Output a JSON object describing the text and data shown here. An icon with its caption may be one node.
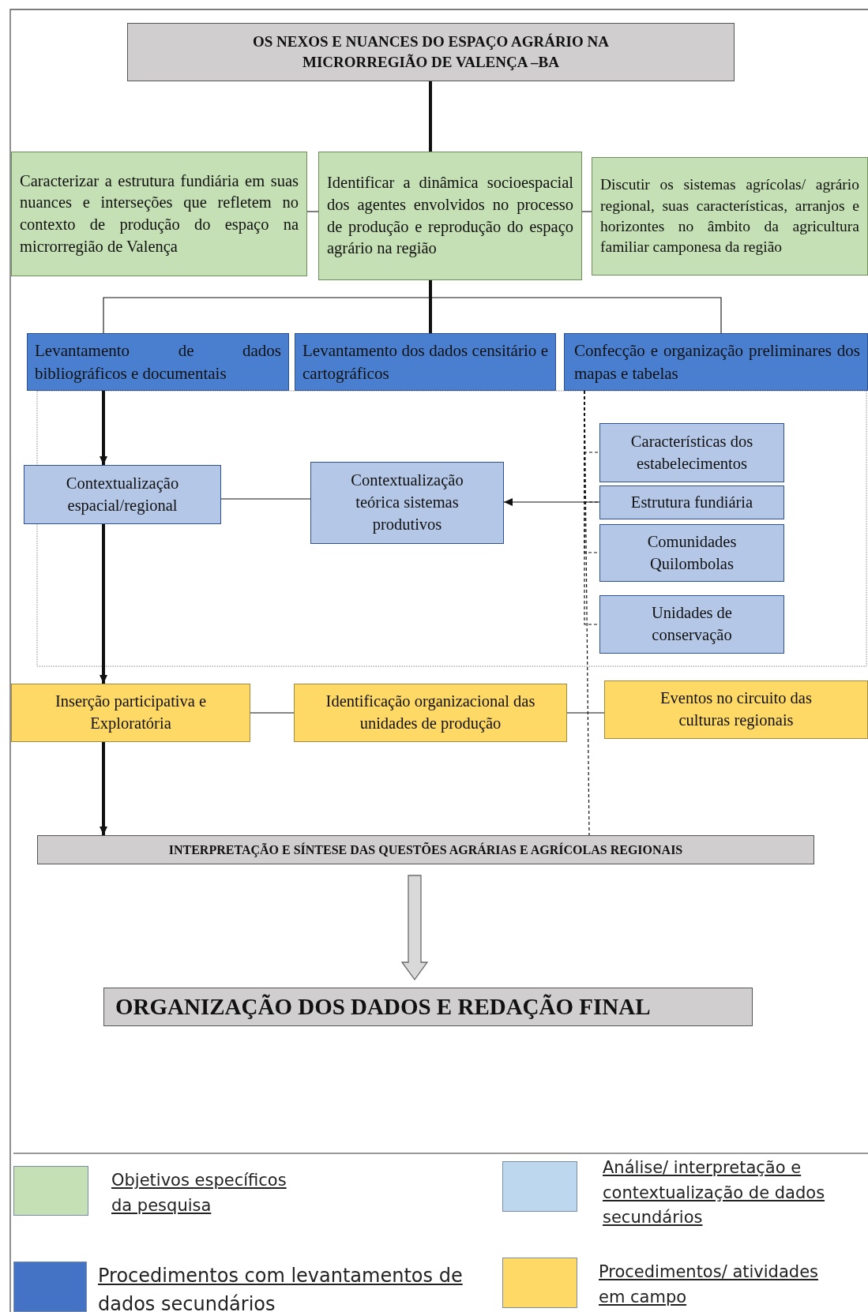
{
  "diagram": {
    "nodes": [
      {
        "text": [
          "OS NEXOS E NUANCES DO ESPAÇO AGRÁRIO NA MICRORREGIÃO DE VALENÇA –BA"
        ]
      },
      {
        "text": [
          "Caracterizar a estrutura fundiária em suas nuances e interseções que refletem no contexto de produção do espaço na microrregião de Valença"
        ]
      },
      {
        "text": [
          "Identificar a dinâmica socioespacial dos agentes envolvidos no processo de produção e reprodução do espaço agrário na região"
        ]
      },
      {
        "text": [
          "Discutir os sistemas agrícolas/ agrário regional, suas características, arranjos e horizontes no âmbito da agricultura familiar camponesa da região"
        ]
      },
      {
        "text": [
          "Levantamento de dados bibliográficos e documentais"
        ]
      },
      {
        "text": [
          "Levantamento dos dados censitário e cartográficos"
        ]
      },
      {
        "text": [
          "Confecção e organização preliminares dos mapas e tabelas"
        ]
      },
      {
        "text": [
          "Contextualização espacial/regional"
        ]
      },
      {
        "text": [
          "Contextualização teórica sistemas produtivos"
        ]
      },
      {
        "text": [
          "Características dos estabelecimentos"
        ]
      },
      {
        "text": [
          "Estrutura fundiária"
        ]
      },
      {
        "text": [
          "Comunidades Quilombolas"
        ]
      },
      {
        "text": [
          "Unidades de conservação"
        ]
      },
      {
        "text": [
          "Inserção participativa e Exploratória"
        ]
      },
      {
        "text": [
          "Identificação organizacional das unidades de produção"
        ]
      },
      {
        "text": [
          "Eventos no circuito das culturas regionais"
        ]
      },
      {
        "text": [
          "INTERPRETAÇÃO E SÍNTESE DAS QUESTÕES AGRÁRIAS E AGRÍCOLAS REGIONAIS"
        ]
      },
      {
        "text": [
          "ORGANIZAÇÃO DOS DADOS E REDAÇÃO FINAL"
        ]
      }
    ],
    "edges": [
      {
        "from": 0,
        "to": 2,
        "arrow": "none",
        "style": "thick"
      },
      {
        "from": 2,
        "to": 1,
        "arrow": "none"
      },
      {
        "from": 2,
        "to": 3,
        "arrow": "none"
      },
      {
        "from": 2,
        "to": 4,
        "arrow": "none"
      },
      {
        "from": 2,
        "to": 5,
        "arrow": "none",
        "style": "thick"
      },
      {
        "from": 2,
        "to": 6,
        "arrow": "none"
      },
      {
        "from": 4,
        "to": 7,
        "arrow": "to",
        "style": "thick"
      },
      {
        "from": 7,
        "to": 8,
        "arrow": "none"
      },
      {
        "from": 6,
        "to": 9,
        "arrow": "none",
        "style": "dashed"
      },
      {
        "from": 6,
        "to": 10,
        "arrow": "none",
        "style": "dashed"
      },
      {
        "from": 6,
        "to": 11,
        "arrow": "none",
        "style": "dashed"
      },
      {
        "from": 6,
        "to": 12,
        "arrow": "none",
        "style": "dashed"
      },
      {
        "from": 10,
        "to": 8,
        "arrow": "to"
      },
      {
        "from": 7,
        "to": 13,
        "arrow": "to",
        "style": "thick"
      },
      {
        "from": 13,
        "to": 14,
        "arrow": "none"
      },
      {
        "from": 14,
        "to": 15,
        "arrow": "none"
      },
      {
        "from": 13,
        "to": 16,
        "arrow": "to",
        "style": "thick"
      },
      {
        "from": 6,
        "to": 16,
        "arrow": "none",
        "style": "dashed"
      },
      {
        "from": 16,
        "to": 17,
        "arrow": "to",
        "color": "#d9d9d9"
      }
    ],
    "legend": [
      {
        "text": "Objetivos específicos da pesquisa",
        "color": "#c5e0b4"
      },
      {
        "text": "Análise/ interpretação e contextualização de dados secundários",
        "color": "#bdd7ee"
      },
      {
        "text": "Procedimentos com levantamentos de dados secundários",
        "color": "#4472c4"
      },
      {
        "text": "Procedimentos/ atividades em campo",
        "color": "#ffd966"
      }
    ]
  }
}
